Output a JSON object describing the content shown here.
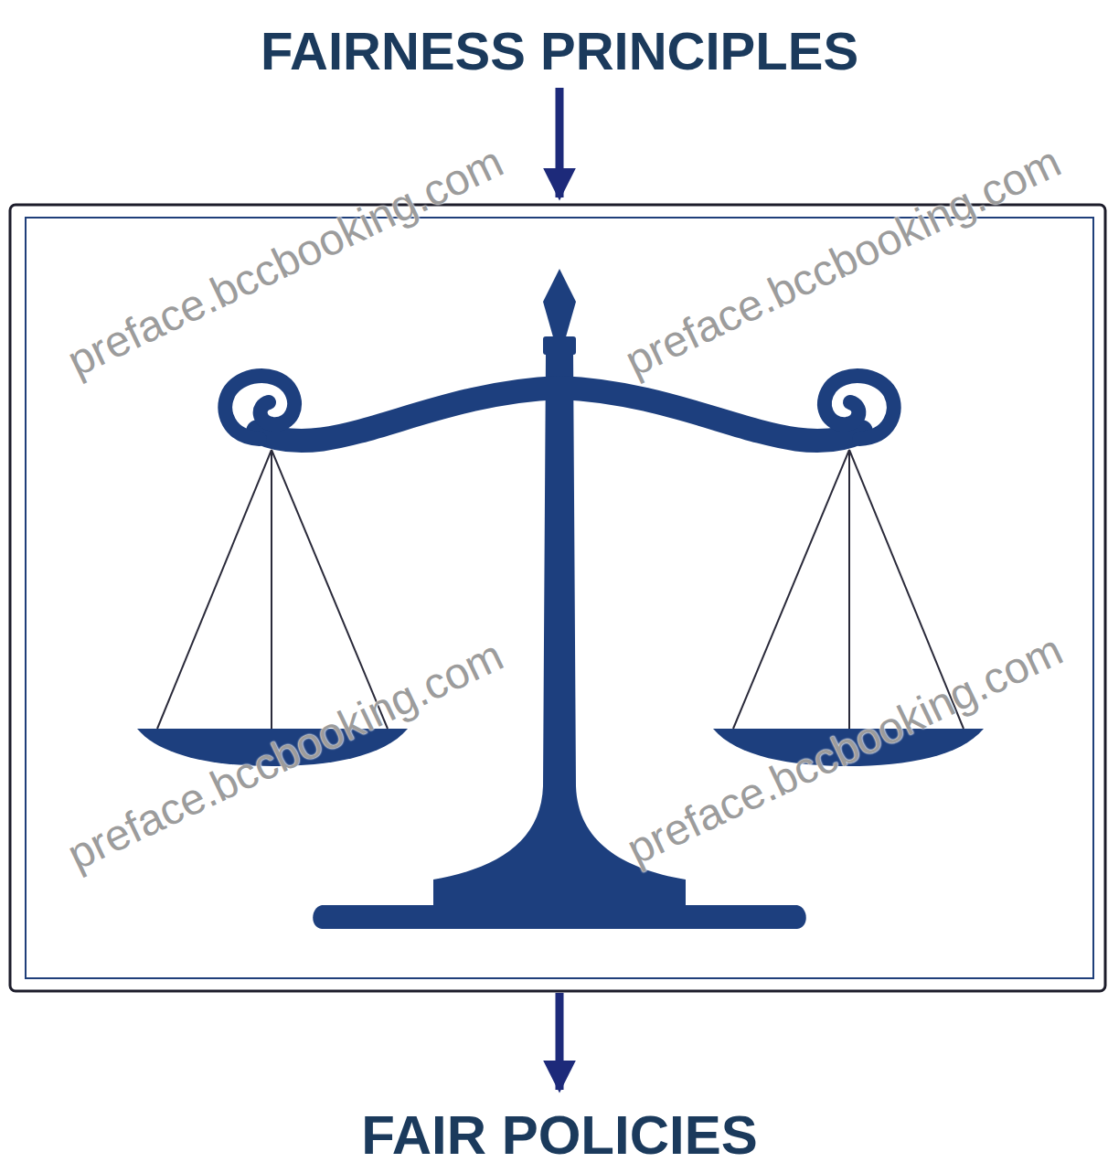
{
  "diagram": {
    "labels": [
      "FAIRNESS PRINCIPLES",
      "FAIR POLICIES",
      "preface.bccbooking.com",
      "preface.bccbooking.com",
      "preface.bccbooking.com",
      "preface.bccbooking.com"
    ]
  }
}
